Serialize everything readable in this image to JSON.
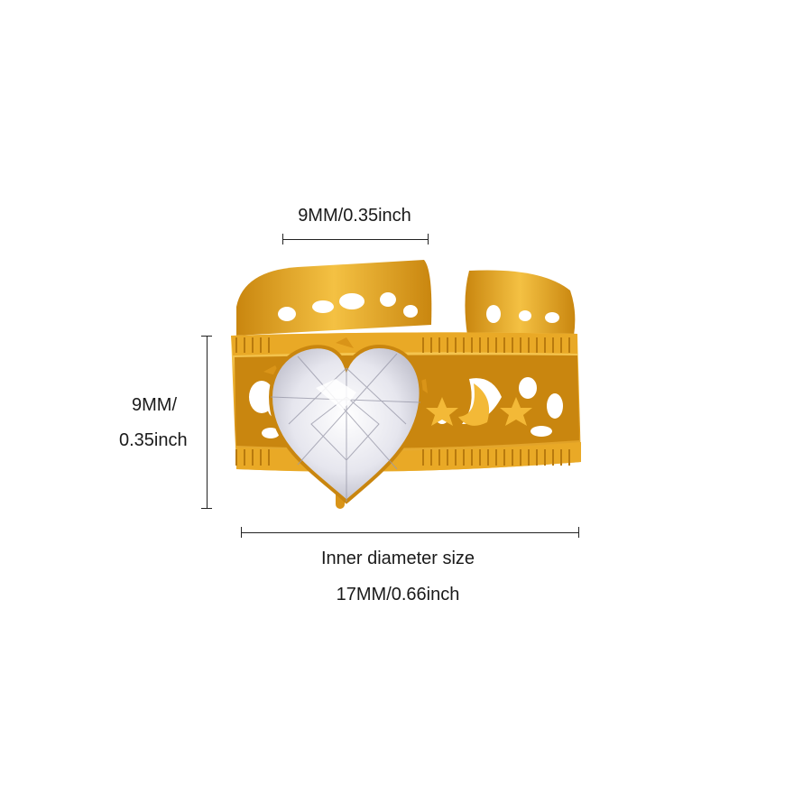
{
  "dimensions": {
    "width_label": "9MM/0.35inch",
    "height_label_line1": "9MM/",
    "height_label_line2": "0.35inch",
    "inner_label_line1": "Inner diameter size",
    "inner_label_line2": "17MM/0.66inch"
  },
  "colors": {
    "gold_light": "#F7C23A",
    "gold_mid": "#E3A521",
    "gold_dark": "#B8780E",
    "gem": "#F2F2F6"
  },
  "product": {
    "icon": "heart-gem-ring-icon"
  }
}
